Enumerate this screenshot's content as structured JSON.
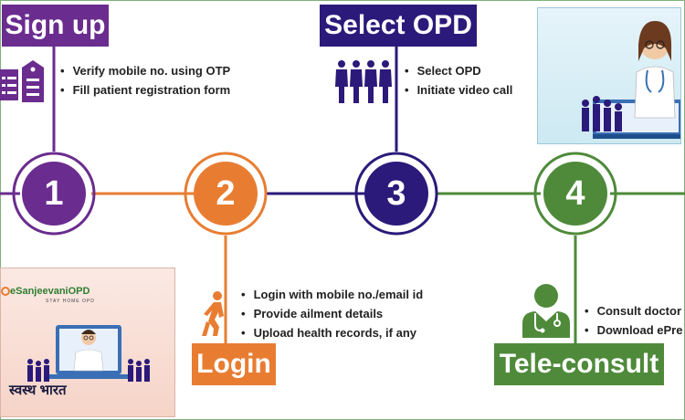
{
  "steps": [
    {
      "number": "1",
      "title": "Sign up",
      "color": "#6a2c8e",
      "bullets": [
        "Verify mobile no. using OTP",
        "Fill patient registration form"
      ]
    },
    {
      "number": "2",
      "title": "Login",
      "color": "#e87d32",
      "bullets": [
        "Login with mobile no./email id",
        "Provide ailment details",
        "Upload health records, if any"
      ]
    },
    {
      "number": "3",
      "title": "Select OPD",
      "color": "#2b1a7a",
      "bullets": [
        "Select OPD",
        "Initiate video call"
      ]
    },
    {
      "number": "4",
      "title": "Tele-consult",
      "color": "#4e8a3a",
      "bullets": [
        "Consult doctor",
        "Download ePrescription"
      ]
    }
  ],
  "brand": {
    "name": "eSanjeevaniOPD",
    "tagline": "STAY HOME OPD",
    "hindi_text": "स्वस्थ भारत"
  },
  "icons": [
    "documents-icon",
    "walking-person-icon",
    "people-group-icon",
    "doctor-icon"
  ]
}
